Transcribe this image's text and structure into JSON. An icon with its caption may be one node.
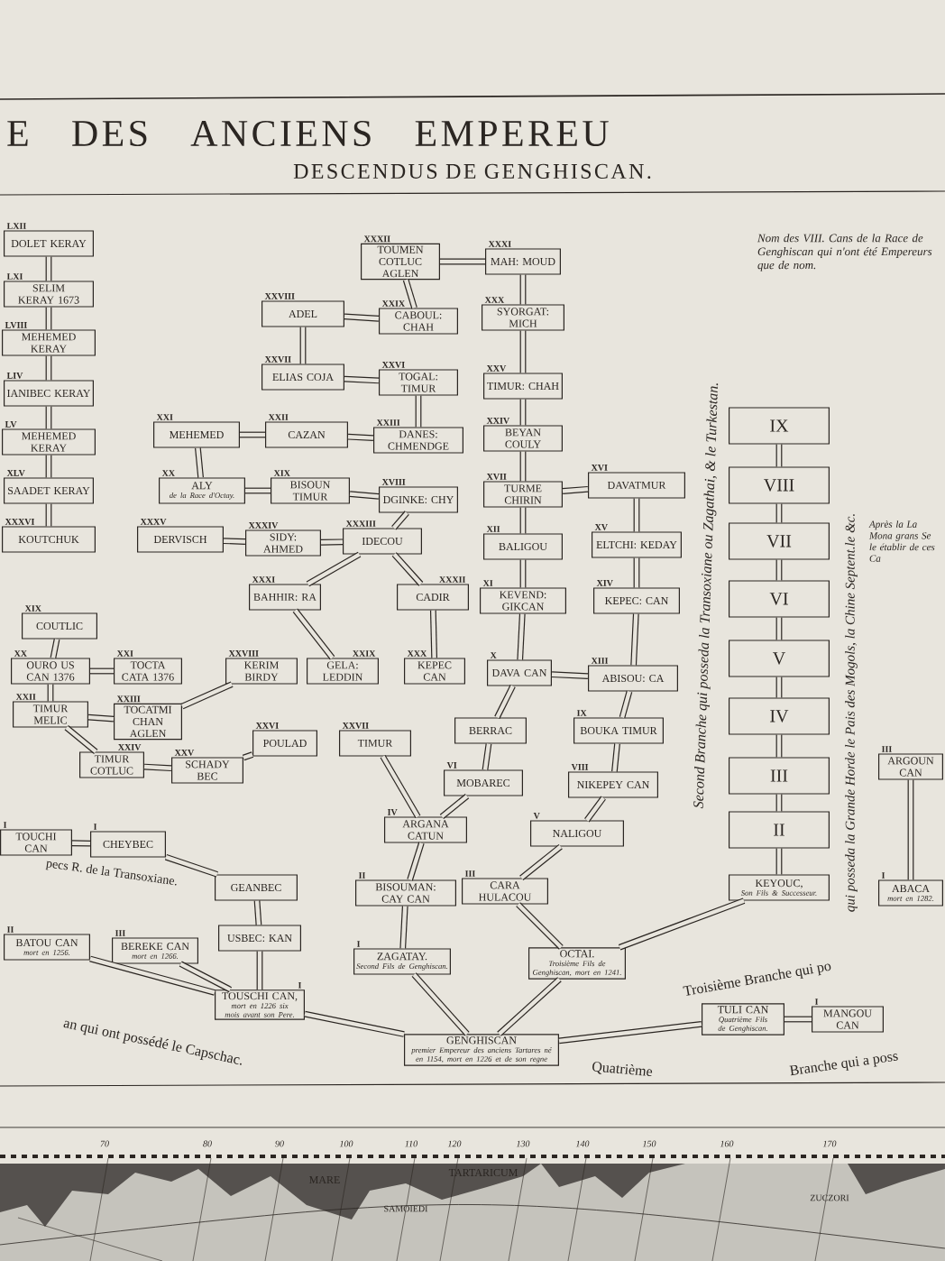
{
  "diagram": {
    "title": "E DES ANCIENS EMPEREU",
    "nodes": [
      {
        "text": [
          "DOLET KERAY"
        ],
        "beside": [
          "LXII"
        ]
      },
      {
        "text": [
          "SELIM KERAY 1673"
        ],
        "beside": [
          "LXI"
        ]
      },
      {
        "text": [
          "MEHEMED KERAY"
        ],
        "beside": [
          "LVIII"
        ]
      },
      {
        "text": [
          "IANIBEC KERAY"
        ],
        "beside": [
          "LIV"
        ]
      },
      {
        "text": [
          "MEHEMED KERAY"
        ],
        "beside": [
          "LV"
        ]
      },
      {
        "text": [
          "SAADET KERAY"
        ],
        "beside": [
          "XLV"
        ]
      },
      {
        "text": [
          "KOUTCHUK"
        ],
        "beside": [
          "XXXVI"
        ]
      },
      {
        "text": [
          "TOUMEN COTLUC AGLEN"
        ],
        "beside": [
          "XXXII"
        ]
      },
      {
        "text": [
          "MAH: MOUD"
        ],
        "beside": [
          "XXXI"
        ]
      },
      {
        "text": [
          "ADEL"
        ],
        "beside": [
          "XXVIII"
        ]
      },
      {
        "text": [
          "CABOUL: CHAH"
        ],
        "beside": [
          "XXIX"
        ]
      },
      {
        "text": [
          "SYORGAT: MICH"
        ],
        "beside": [
          "XXX"
        ]
      },
      {
        "text": [
          "ELIAS COJA"
        ],
        "beside": [
          "XXVII"
        ]
      },
      {
        "text": [
          "TOGAL: TIMUR"
        ],
        "beside": [
          "XXVI"
        ]
      },
      {
        "text": [
          "TIMUR: CHAH"
        ],
        "beside": [
          "XXV"
        ]
      },
      {
        "text": [
          "MEHEMED"
        ],
        "beside": [
          "XXI"
        ]
      },
      {
        "text": [
          "CAZAN"
        ],
        "beside": [
          "XXII"
        ]
      },
      {
        "text": [
          "DANES: CHMENDGE"
        ],
        "beside": [
          "XXIII"
        ]
      },
      {
        "text": [
          "BEYAN COULY"
        ],
        "beside": [
          "XXIV"
        ]
      },
      {
        "text": [
          "ALY",
          "de la Race d'Octay."
        ],
        "beside": [
          "XX"
        ]
      },
      {
        "text": [
          "BISOUN TIMUR"
        ],
        "beside": [
          "XIX"
        ]
      },
      {
        "text": [
          "DGINKE: CHY"
        ],
        "beside": [
          "XVIII"
        ]
      },
      {
        "text": [
          "TURME CHIRIN"
        ],
        "beside": [
          "XVII"
        ]
      },
      {
        "text": [
          "DAVATMUR"
        ],
        "beside": [
          "XVI"
        ]
      },
      {
        "text": [
          "DERVISCH"
        ],
        "beside": [
          "XXXV"
        ]
      },
      {
        "text": [
          "SIDY: AHMED"
        ],
        "beside": [
          "XXXIV"
        ]
      },
      {
        "text": [
          "IDECOU"
        ],
        "beside": [
          "XXXIII"
        ]
      },
      {
        "text": [
          "BALIGOU"
        ],
        "beside": [
          "XII"
        ]
      },
      {
        "text": [
          "ELTCHI: KEDAY"
        ],
        "beside": [
          "XV"
        ]
      },
      {
        "text": [
          "BAHHIR: RA"
        ],
        "beside": [
          "XXXI"
        ]
      },
      {
        "text": [
          "CADIR"
        ],
        "beside": [
          "XXXII"
        ]
      },
      {
        "text": [
          "KEVEND: GIKCAN"
        ],
        "beside": [
          "XI"
        ]
      },
      {
        "text": [
          "KEPEC: CAN"
        ],
        "beside": [
          "XIV"
        ]
      },
      {
        "text": [
          "COUTLIC"
        ],
        "beside": [
          "XIX"
        ]
      },
      {
        "text": [
          "OURO US CAN 1376"
        ],
        "beside": [
          "XX"
        ]
      },
      {
        "text": [
          "TOCTA CATA 1376"
        ],
        "beside": [
          "XXI"
        ]
      },
      {
        "text": [
          "KERIM BIRDY"
        ],
        "beside": [
          "XXVIII"
        ]
      },
      {
        "text": [
          "GELA: LEDDIN"
        ],
        "beside": [
          "XXIX"
        ]
      },
      {
        "text": [
          "KEPEC CAN"
        ],
        "beside": [
          "XXX"
        ]
      },
      {
        "text": [
          "DAVA CAN"
        ],
        "beside": [
          "X"
        ]
      },
      {
        "text": [
          "ABISOU: CA"
        ],
        "beside": [
          "XIII"
        ]
      },
      {
        "text": [
          "TIMUR MELIC"
        ],
        "beside": [
          "XXII"
        ]
      },
      {
        "text": [
          "TOCATMI CHAN AGLEN"
        ],
        "beside": [
          "XXIII"
        ]
      },
      {
        "text": [
          "POULAD"
        ],
        "beside": [
          "XXVI"
        ]
      },
      {
        "text": [
          "TIMUR"
        ],
        "beside": [
          "XXVII"
        ]
      },
      {
        "text": [
          "BERRAC"
        ]
      },
      {
        "text": [
          "BOUKA TIMUR"
        ],
        "beside": [
          "IX"
        ]
      },
      {
        "text": [
          "TIMUR COTLUC"
        ],
        "beside": [
          "XXIV"
        ]
      },
      {
        "text": [
          "SCHADY BEC"
        ],
        "beside": [
          "XXV"
        ]
      },
      {
        "text": [
          "MOBAREC"
        ],
        "beside": [
          "VI"
        ]
      },
      {
        "text": [
          "NIKEPEY CAN"
        ],
        "beside": [
          "VIII"
        ]
      },
      {
        "text": [
          "ARGANA CATUN"
        ],
        "beside": [
          "IV"
        ]
      },
      {
        "text": [
          "NALIGOU"
        ],
        "beside": [
          "V"
        ]
      },
      {
        "text": [
          "TOUCHI CAN"
        ],
        "beside": [
          "I"
        ]
      },
      {
        "text": [
          "CHEYBEC"
        ],
        "beside": [
          "I"
        ]
      },
      {
        "text": [
          "GEANBEC"
        ]
      },
      {
        "text": [
          "BISOUMAN: CAY CAN"
        ],
        "beside": [
          "II"
        ]
      },
      {
        "text": [
          "CARA HULACOU"
        ],
        "beside": [
          "III"
        ]
      },
      {
        "text": [
          "KEYOUC,",
          "Son Fils & Successeur."
        ]
      },
      {
        "text": [
          "ABACA",
          "mort en 1282."
        ],
        "beside": [
          "I"
        ]
      },
      {
        "text": [
          "USBEC: KAN"
        ]
      },
      {
        "text": [
          "BATOU CAN",
          "mort en 1256."
        ],
        "beside": [
          "II"
        ]
      },
      {
        "text": [
          "BEREKE CAN",
          "mort en 1266."
        ],
        "beside": [
          "III"
        ]
      },
      {
        "text": [
          "ZAGATAY.",
          "Second Fils de Genghiscan."
        ],
        "beside": [
          "I"
        ]
      },
      {
        "text": [
          "OCTAI.",
          "Troisième Fils de Genghiscan, mort en 1241."
        ]
      },
      {
        "text": [
          "TOUSCHI CAN,",
          "mort en 1226 six mois avant son Pere."
        ],
        "beside": [
          "I"
        ]
      },
      {
        "text": [
          "TULI CAN",
          "Quatrième Fils de Genghiscan."
        ]
      },
      {
        "text": [
          "MANGOU CAN"
        ],
        "beside": [
          "I"
        ]
      },
      {
        "text": [
          "GENGHISCAN",
          "premier Empereur des anciens Tartares né en 1154, mort en 1226 et de son regne"
        ]
      },
      {
        "text": [
          "II"
        ]
      },
      {
        "text": [
          "III"
        ]
      },
      {
        "text": [
          "IV"
        ]
      },
      {
        "text": [
          "V"
        ]
      },
      {
        "text": [
          "VI"
        ]
      },
      {
        "text": [
          "VII"
        ]
      },
      {
        "text": [
          "VIII"
        ]
      },
      {
        "text": [
          "IX"
        ]
      },
      {
        "text": [
          "ARGOUN CAN"
        ],
        "beside": [
          "III"
        ]
      }
    ],
    "edges": [
      {
        "from": 0,
        "to": 1,
        "arrow": "none"
      },
      {
        "from": 1,
        "to": 2,
        "arrow": "none"
      },
      {
        "from": 2,
        "to": 3,
        "arrow": "none"
      },
      {
        "from": 3,
        "to": 4,
        "arrow": "none"
      },
      {
        "from": 4,
        "to": 5,
        "arrow": "none"
      },
      {
        "from": 5,
        "to": 6,
        "arrow": "none"
      },
      {
        "from": 33,
        "to": 34,
        "arrow": "none"
      },
      {
        "from": 34,
        "to": 35,
        "arrow": "none"
      },
      {
        "from": 34,
        "to": 41,
        "arrow": "none"
      },
      {
        "from": 41,
        "to": 42,
        "arrow": "none"
      },
      {
        "from": 41,
        "to": 47,
        "arrow": "none"
      },
      {
        "from": 47,
        "to": 48,
        "arrow": "none"
      },
      {
        "from": 42,
        "to": 36,
        "arrow": "none"
      },
      {
        "from": 48,
        "to": 43,
        "arrow": "none"
      },
      {
        "from": 44,
        "to": 51,
        "arrow": "none"
      },
      {
        "from": 37,
        "to": 29,
        "arrow": "none"
      },
      {
        "from": 29,
        "to": 26,
        "arrow": "none"
      },
      {
        "from": 30,
        "to": 26,
        "arrow": "none"
      },
      {
        "from": 38,
        "to": 30,
        "arrow": "none"
      },
      {
        "from": 26,
        "to": 25,
        "arrow": "none"
      },
      {
        "from": 25,
        "to": 24,
        "arrow": "none"
      },
      {
        "from": 26,
        "to": 21,
        "arrow": "none"
      },
      {
        "from": 21,
        "to": 20,
        "arrow": "none"
      },
      {
        "from": 20,
        "to": 19,
        "arrow": "none"
      },
      {
        "from": 19,
        "to": 15,
        "arrow": "none"
      },
      {
        "from": 15,
        "to": 16,
        "arrow": "none"
      },
      {
        "from": 16,
        "to": 17,
        "arrow": "none"
      },
      {
        "from": 17,
        "to": 13,
        "arrow": "none"
      },
      {
        "from": 13,
        "to": 12,
        "arrow": "none"
      },
      {
        "from": 12,
        "to": 9,
        "arrow": "none"
      },
      {
        "from": 9,
        "to": 10,
        "arrow": "none"
      },
      {
        "from": 10,
        "to": 7,
        "arrow": "none"
      },
      {
        "from": 7,
        "to": 8,
        "arrow": "none"
      },
      {
        "from": 8,
        "to": 11,
        "arrow": "none"
      },
      {
        "from": 11,
        "to": 14,
        "arrow": "none"
      },
      {
        "from": 14,
        "to": 18,
        "arrow": "none"
      },
      {
        "from": 18,
        "to": 22,
        "arrow": "none"
      },
      {
        "from": 22,
        "to": 23,
        "arrow": "none"
      },
      {
        "from": 22,
        "to": 27,
        "arrow": "none"
      },
      {
        "from": 23,
        "to": 28,
        "arrow": "none"
      },
      {
        "from": 28,
        "to": 32,
        "arrow": "none"
      },
      {
        "from": 27,
        "to": 31,
        "arrow": "none"
      },
      {
        "from": 31,
        "to": 39,
        "arrow": "none"
      },
      {
        "from": 39,
        "to": 40,
        "arrow": "none"
      },
      {
        "from": 40,
        "to": 32,
        "arrow": "none"
      },
      {
        "from": 39,
        "to": 45,
        "arrow": "none"
      },
      {
        "from": 45,
        "to": 49,
        "arrow": "none"
      },
      {
        "from": 49,
        "to": 51,
        "arrow": "none"
      },
      {
        "from": 40,
        "to": 46,
        "arrow": "none"
      },
      {
        "from": 46,
        "to": 50,
        "arrow": "none"
      },
      {
        "from": 50,
        "to": 52,
        "arrow": "none"
      },
      {
        "from": 52,
        "to": 57,
        "arrow": "none"
      },
      {
        "from": 57,
        "to": 64,
        "arrow": "none"
      },
      {
        "from": 51,
        "to": 56,
        "arrow": "none"
      },
      {
        "from": 56,
        "to": 63,
        "arrow": "none"
      },
      {
        "from": 63,
        "to": 68,
        "arrow": "none"
      },
      {
        "from": 64,
        "to": 68,
        "arrow": "none"
      },
      {
        "from": 65,
        "to": 68,
        "arrow": "none"
      },
      {
        "from": 66,
        "to": 68,
        "arrow": "none"
      },
      {
        "from": 66,
        "to": 67,
        "arrow": "none"
      },
      {
        "from": 65,
        "to": 60,
        "arrow": "none"
      },
      {
        "from": 60,
        "to": 55,
        "arrow": "none"
      },
      {
        "from": 55,
        "to": 54,
        "arrow": "none"
      },
      {
        "from": 54,
        "to": 53,
        "arrow": "none"
      },
      {
        "from": 65,
        "to": 61,
        "arrow": "none"
      },
      {
        "from": 65,
        "to": 62,
        "arrow": "none"
      },
      {
        "from": 58,
        "to": 69,
        "arrow": "none"
      },
      {
        "from": 69,
        "to": 70,
        "arrow": "none"
      },
      {
        "from": 70,
        "to": 71,
        "arrow": "none"
      },
      {
        "from": 71,
        "to": 72,
        "arrow": "none"
      },
      {
        "from": 72,
        "to": 73,
        "arrow": "none"
      },
      {
        "from": 73,
        "to": 74,
        "arrow": "none"
      },
      {
        "from": 74,
        "to": 75,
        "arrow": "none"
      },
      {
        "from": 75,
        "to": 76,
        "arrow": "none"
      },
      {
        "from": 58,
        "to": 64,
        "arrow": "none"
      },
      {
        "from": 59,
        "to": 77,
        "arrow": "none"
      }
    ],
    "labels": [
      "DESCENDUS DE GENGHISCAN.",
      "Nom des VIII. Cans de la Race de Genghiscan qui n'ont été Empereurs que de nom.",
      "Second Branche qui posseda la Transoxiane ou Zagathai, & le Turkestan.",
      "qui posseda la Grande Horde le Pais des Mogols, la Chine Septent.le &c.",
      "Après la La Mona grans Se le établir de ces Ca",
      "pecs R. de la Transoxiane.",
      "an qui ont possédé le Capschac.",
      "Troisième Branche qui po",
      "Quatrième",
      "Branche qui a poss",
      "MARE",
      "TARTARICUM",
      "SAMOIEDI",
      "ZUCZORI",
      "70",
      "80",
      "90",
      "100",
      "110",
      "120",
      "130",
      "140",
      "150",
      "160",
      "170"
    ]
  }
}
